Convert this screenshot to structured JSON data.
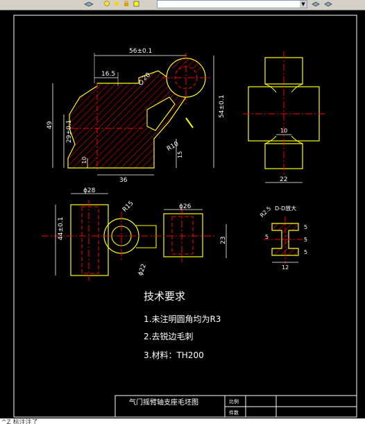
{
  "toolbar": {
    "icons": [
      "layers-icon",
      "bulb-icon",
      "sun-icon",
      "lock-icon",
      "color-square-icon",
      "layer-manager-icon"
    ]
  },
  "drawing": {
    "dim_total_width": "56±0.1",
    "dim_16_5": "16.5",
    "dim_r20": "20",
    "dim_d": "D",
    "dim_49": "49",
    "dim_29": "29±0.1",
    "dim_10_left": "10",
    "dim_36": "36",
    "dim_r10": "R10",
    "dim_15": "15",
    "dim_54": "54±0.1",
    "side_dim_10": "10",
    "side_dim_22": "22",
    "plan_d28": "ϕ28",
    "plan_r15": "R15",
    "plan_44": "44±0.1",
    "plan_d22": "ϕ22",
    "plan_d26": "ϕ26",
    "plan_23": "23",
    "section_title": "D-D放大",
    "section_r25": "R2.5",
    "section_5_top": "5",
    "section_5_left": "5",
    "section_5_right": "5",
    "section_12": "12",
    "section_5_bottom": "5",
    "req_title": "技术要求",
    "req_1": "1.未注明圆角均为R3",
    "req_2": "2.去锐边毛刺",
    "req_3": "3.材料：TH200",
    "title_block_name": "气门摇臂轴支座毛坯图",
    "title_block_scale": "比例",
    "title_block_qty": "件数"
  },
  "status": {
    "command_text": "^Z 标注注了"
  },
  "colors": {
    "background": "#000000",
    "outline": "#ffff00",
    "dimension": "#ffffff",
    "centerline": "#ff0000",
    "hatch": "#ff0000"
  }
}
